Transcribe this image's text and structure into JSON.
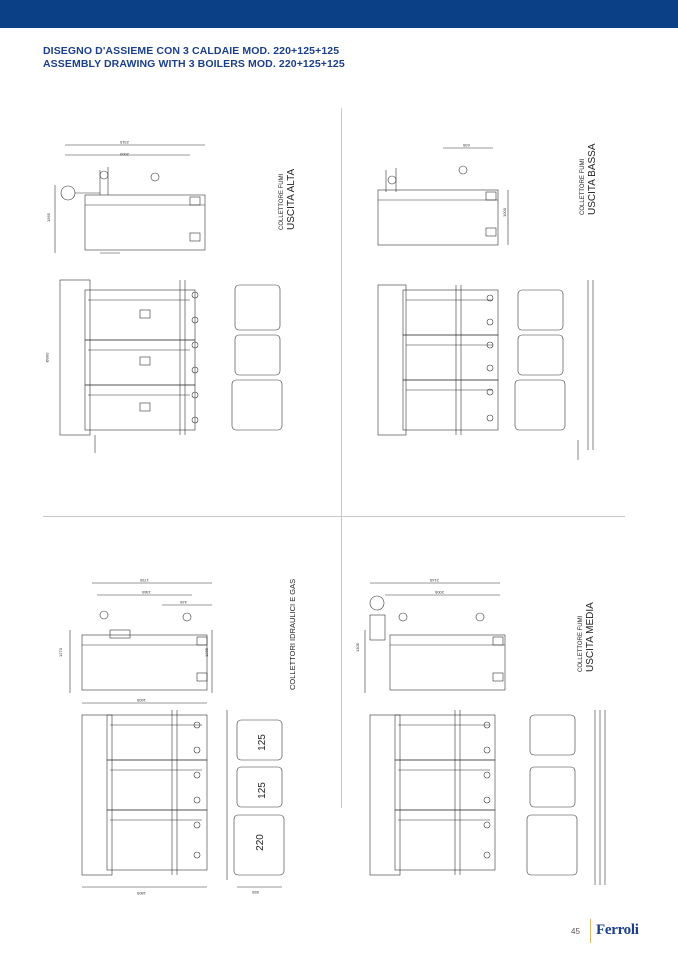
{
  "header": {
    "title_it": "DISEGNO D'ASSIEME CON 3 CALDAIE MOD. 220+125+125",
    "title_en": "ASSEMBLY DRAWING WITH 3 BOILERS MOD. 220+125+125"
  },
  "drawings": {
    "top_left": {
      "label_small": "COLLETTORE FUMI",
      "label_big": "USCITA ALTA",
      "dims": [
        "2315",
        "2005",
        "1565",
        "Ø300"
      ]
    },
    "top_right": {
      "label_small": "COLLETTORE FUMI",
      "label_big": "USCITA BASSA",
      "dims": [
        "635",
        "1000"
      ]
    },
    "bottom_left": {
      "label_mid": "COLLETTORI IDRAULICI E GAS",
      "dims": [
        "1750",
        "1360",
        "440",
        "1270",
        "1265",
        "1605",
        "125",
        "125",
        "220",
        "850",
        "1805"
      ]
    },
    "bottom_right": {
      "label_small": "COLLETTORE FUMI",
      "label_big": "USCITA MEDIA",
      "dims": [
        "2145",
        "2005",
        "1305"
      ]
    }
  },
  "footer": {
    "page_number": "45",
    "brand": "Ferroli"
  }
}
